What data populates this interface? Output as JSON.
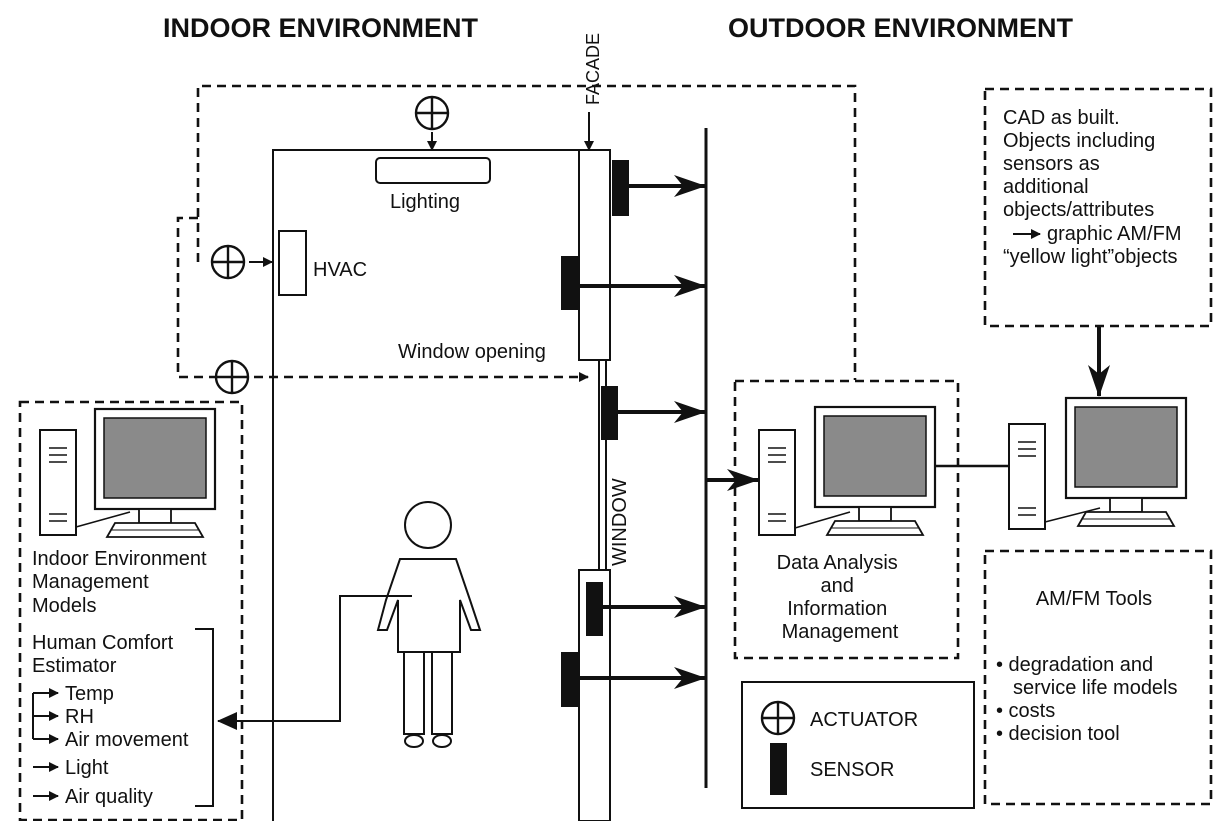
{
  "headers": {
    "indoor": "INDOOR ENVIRONMENT",
    "outdoor": "OUTDOOR ENVIRONMENT"
  },
  "facade_label": "FACADE",
  "window_label": "WINDOW",
  "room": {
    "lighting": "Lighting",
    "hvac": "HVAC",
    "window_opening": "Window opening"
  },
  "indoor_panel": {
    "title_lines": [
      "Indoor Environment",
      "Management",
      "Models"
    ],
    "estimator_lines": [
      "Human Comfort",
      "Estimator"
    ],
    "items": [
      "Temp",
      "RH",
      "Air movement",
      "Light",
      "Air quality"
    ]
  },
  "data_analysis_lines": [
    "Data Analysis",
    "and",
    "Information",
    "Management"
  ],
  "cad_box": {
    "lines": [
      "CAD as built.",
      "Objects including",
      "sensors as",
      "additional",
      "objects/attributes",
      "graphic AM/FM",
      "“yellow light”objects"
    ]
  },
  "amfm": {
    "title": "AM/FM Tools",
    "bullet_lines": [
      "• degradation and",
      "service life models",
      "• costs",
      "• decision tool"
    ]
  },
  "legend": {
    "actuator": "ACTUATOR",
    "sensor": "SENSOR"
  },
  "icons": [
    "actuator-icon",
    "sensor-icon",
    "computer-icon",
    "person-figure"
  ]
}
